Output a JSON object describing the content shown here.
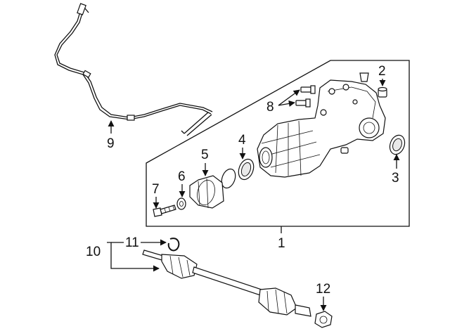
{
  "callouts": {
    "c1": "1",
    "c2": "2",
    "c3": "3",
    "c4": "4",
    "c5": "5",
    "c6": "6",
    "c7": "7",
    "c8": "8",
    "c9": "9",
    "c10": "10",
    "c11": "11",
    "c12": "12"
  },
  "colors": {
    "line": "#111111",
    "fill": "#ffffff",
    "shade": "#e9e9e9"
  }
}
